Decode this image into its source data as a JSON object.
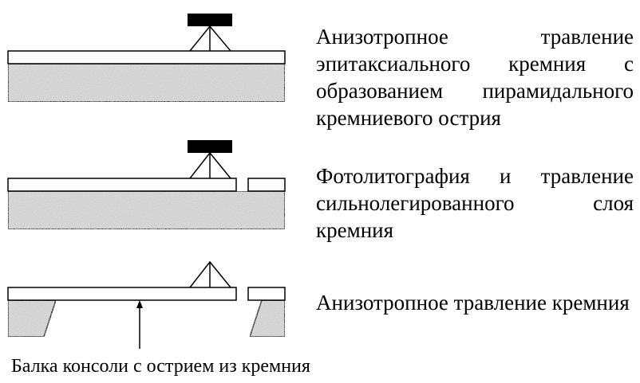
{
  "steps": [
    {
      "description": "Анизотропное травление эпитаксиального кремния с образованием пирамидального кремниевого острия"
    },
    {
      "description": "Фотолитография и травление сильнолегированного слоя кремния"
    },
    {
      "description": "Анизотропное травление кремния"
    }
  ],
  "caption": "Балка консоли с острием из кремния",
  "colors": {
    "substrate": "#d9d9d9",
    "outline": "#000000",
    "mask": "#000000",
    "background": "#ffffff"
  }
}
